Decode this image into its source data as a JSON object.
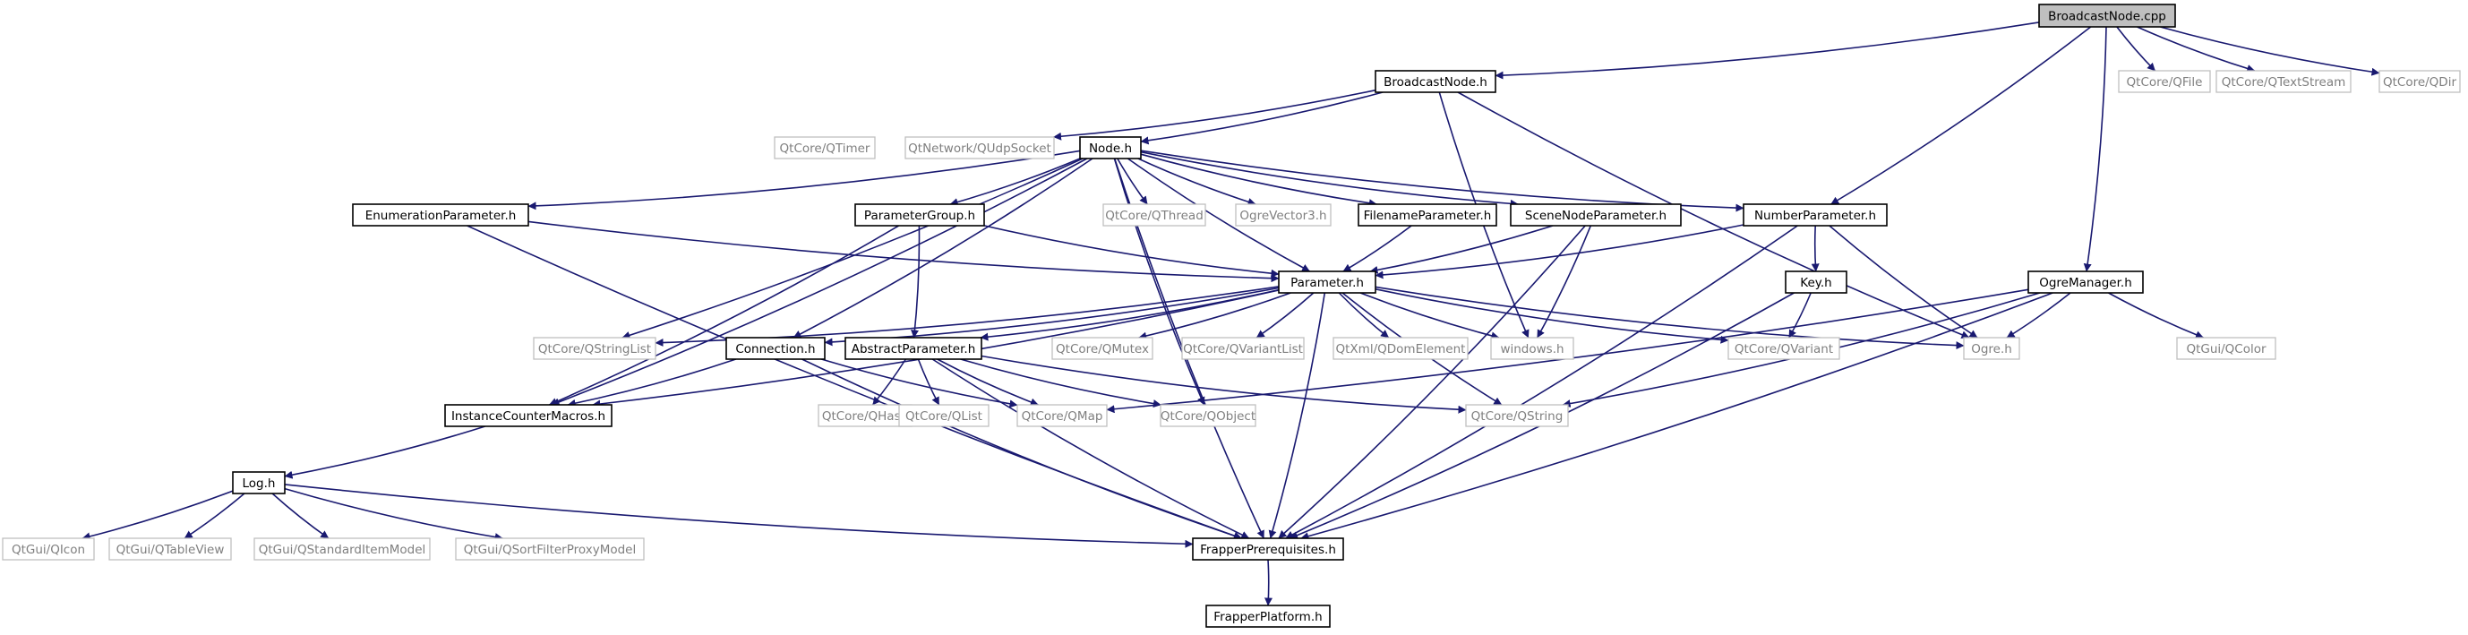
{
  "graph": {
    "edge_color": "#191970",
    "local_border_color": "#000000",
    "external_border_color": "#bfbfbf",
    "external_text_color": "#7f7f7f",
    "root_fill_color": "#bfbfbf",
    "nodes": [
      {
        "id": "n_broadcastnode_cpp",
        "label": "BroadcastNode.cpp",
        "kind": "root"
      },
      {
        "id": "n_broadcastnode_h",
        "label": "BroadcastNode.h",
        "kind": "local"
      },
      {
        "id": "n_qfile",
        "label": "QtCore/QFile",
        "kind": "external"
      },
      {
        "id": "n_qtextstream",
        "label": "QtCore/QTextStream",
        "kind": "external"
      },
      {
        "id": "n_qdir",
        "label": "QtCore/QDir",
        "kind": "external"
      },
      {
        "id": "n_qtimer",
        "label": "QtCore/QTimer",
        "kind": "external"
      },
      {
        "id": "n_qudpsocket",
        "label": "QtNetwork/QUdpSocket",
        "kind": "external"
      },
      {
        "id": "n_node_h",
        "label": "Node.h",
        "kind": "local"
      },
      {
        "id": "n_enumparam",
        "label": "EnumerationParameter.h",
        "kind": "local"
      },
      {
        "id": "n_paramgroup",
        "label": "ParameterGroup.h",
        "kind": "local"
      },
      {
        "id": "n_qthread",
        "label": "QtCore/QThread",
        "kind": "external"
      },
      {
        "id": "n_ogrevector3",
        "label": "OgreVector3.h",
        "kind": "external"
      },
      {
        "id": "n_filenameparam",
        "label": "FilenameParameter.h",
        "kind": "local"
      },
      {
        "id": "n_scenenodeparam",
        "label": "SceneNodeParameter.h",
        "kind": "local"
      },
      {
        "id": "n_numberparam",
        "label": "NumberParameter.h",
        "kind": "local"
      },
      {
        "id": "n_parameter_h",
        "label": "Parameter.h",
        "kind": "local"
      },
      {
        "id": "n_key_h",
        "label": "Key.h",
        "kind": "local"
      },
      {
        "id": "n_ogremanager",
        "label": "OgreManager.h",
        "kind": "local"
      },
      {
        "id": "n_qstringlist",
        "label": "QtCore/QStringList",
        "kind": "external"
      },
      {
        "id": "n_connection_h",
        "label": "Connection.h",
        "kind": "local"
      },
      {
        "id": "n_abstractparam",
        "label": "AbstractParameter.h",
        "kind": "local"
      },
      {
        "id": "n_qmutex",
        "label": "QtCore/QMutex",
        "kind": "external"
      },
      {
        "id": "n_qvariantlist",
        "label": "QtCore/QVariantList",
        "kind": "external"
      },
      {
        "id": "n_qdomelement",
        "label": "QtXml/QDomElement",
        "kind": "external"
      },
      {
        "id": "n_windows_h",
        "label": "windows.h",
        "kind": "external"
      },
      {
        "id": "n_qvariant",
        "label": "QtCore/QVariant",
        "kind": "external"
      },
      {
        "id": "n_ogre_h",
        "label": "Ogre.h",
        "kind": "external"
      },
      {
        "id": "n_qcolor",
        "label": "QtGui/QColor",
        "kind": "external"
      },
      {
        "id": "n_instcounter",
        "label": "InstanceCounterMacros.h",
        "kind": "local"
      },
      {
        "id": "n_qhash",
        "label": "QtCore/QHash",
        "kind": "external"
      },
      {
        "id": "n_qlist",
        "label": "QtCore/QList",
        "kind": "external"
      },
      {
        "id": "n_qmap",
        "label": "QtCore/QMap",
        "kind": "external"
      },
      {
        "id": "n_qobject",
        "label": "QtCore/QObject",
        "kind": "external"
      },
      {
        "id": "n_qstring",
        "label": "QtCore/QString",
        "kind": "external"
      },
      {
        "id": "n_log_h",
        "label": "Log.h",
        "kind": "local"
      },
      {
        "id": "n_qicon",
        "label": "QtGui/QIcon",
        "kind": "external"
      },
      {
        "id": "n_qtableview",
        "label": "QtGui/QTableView",
        "kind": "external"
      },
      {
        "id": "n_qstditemmodel",
        "label": "QtGui/QStandardItemModel",
        "kind": "external"
      },
      {
        "id": "n_qsortfilter",
        "label": "QtGui/QSortFilterProxyModel",
        "kind": "external"
      },
      {
        "id": "n_frapperprereq",
        "label": "FrapperPrerequisites.h",
        "kind": "local"
      },
      {
        "id": "n_frapperplatform",
        "label": "FrapperPlatform.h",
        "kind": "local"
      }
    ],
    "edges": [
      [
        "n_broadcastnode_cpp",
        "n_broadcastnode_h"
      ],
      [
        "n_broadcastnode_cpp",
        "n_qfile"
      ],
      [
        "n_broadcastnode_cpp",
        "n_qtextstream"
      ],
      [
        "n_broadcastnode_cpp",
        "n_qdir"
      ],
      [
        "n_broadcastnode_cpp",
        "n_numberparam"
      ],
      [
        "n_broadcastnode_cpp",
        "n_ogremanager"
      ],
      [
        "n_broadcastnode_h",
        "n_node_h"
      ],
      [
        "n_broadcastnode_h",
        "n_qudpsocket"
      ],
      [
        "n_broadcastnode_h",
        "n_windows_h"
      ],
      [
        "n_broadcastnode_h",
        "n_ogre_h"
      ],
      [
        "n_node_h",
        "n_qthread"
      ],
      [
        "n_node_h",
        "n_ogrevector3"
      ],
      [
        "n_node_h",
        "n_enumparam"
      ],
      [
        "n_node_h",
        "n_paramgroup"
      ],
      [
        "n_node_h",
        "n_filenameparam"
      ],
      [
        "n_node_h",
        "n_scenenodeparam"
      ],
      [
        "n_node_h",
        "n_numberparam"
      ],
      [
        "n_node_h",
        "n_parameter_h"
      ],
      [
        "n_node_h",
        "n_connection_h"
      ],
      [
        "n_node_h",
        "n_instcounter"
      ],
      [
        "n_node_h",
        "n_qstringlist"
      ],
      [
        "n_node_h",
        "n_qobject"
      ],
      [
        "n_node_h",
        "n_frapperprereq"
      ],
      [
        "n_enumparam",
        "n_parameter_h"
      ],
      [
        "n_enumparam",
        "n_frapperprereq"
      ],
      [
        "n_paramgroup",
        "n_parameter_h"
      ],
      [
        "n_paramgroup",
        "n_abstractparam"
      ],
      [
        "n_paramgroup",
        "n_instcounter"
      ],
      [
        "n_filenameparam",
        "n_parameter_h"
      ],
      [
        "n_scenenodeparam",
        "n_parameter_h"
      ],
      [
        "n_scenenodeparam",
        "n_windows_h"
      ],
      [
        "n_scenenodeparam",
        "n_frapperprereq"
      ],
      [
        "n_numberparam",
        "n_parameter_h"
      ],
      [
        "n_numberparam",
        "n_key_h"
      ],
      [
        "n_numberparam",
        "n_frapperprereq"
      ],
      [
        "n_numberparam",
        "n_ogre_h"
      ],
      [
        "n_parameter_h",
        "n_qstringlist"
      ],
      [
        "n_parameter_h",
        "n_connection_h"
      ],
      [
        "n_parameter_h",
        "n_abstractparam"
      ],
      [
        "n_parameter_h",
        "n_qmutex"
      ],
      [
        "n_parameter_h",
        "n_qvariantlist"
      ],
      [
        "n_parameter_h",
        "n_qdomelement"
      ],
      [
        "n_parameter_h",
        "n_windows_h"
      ],
      [
        "n_parameter_h",
        "n_qvariant"
      ],
      [
        "n_parameter_h",
        "n_ogre_h"
      ],
      [
        "n_parameter_h",
        "n_qstring"
      ],
      [
        "n_parameter_h",
        "n_instcounter"
      ],
      [
        "n_parameter_h",
        "n_frapperprereq"
      ],
      [
        "n_key_h",
        "n_qvariant"
      ],
      [
        "n_key_h",
        "n_frapperprereq"
      ],
      [
        "n_ogremanager",
        "n_ogre_h"
      ],
      [
        "n_ogremanager",
        "n_qcolor"
      ],
      [
        "n_ogremanager",
        "n_qstring"
      ],
      [
        "n_ogremanager",
        "n_qmap"
      ],
      [
        "n_ogremanager",
        "n_frapperprereq"
      ],
      [
        "n_connection_h",
        "n_instcounter"
      ],
      [
        "n_connection_h",
        "n_qmap"
      ],
      [
        "n_connection_h",
        "n_frapperprereq"
      ],
      [
        "n_abstractparam",
        "n_qhash"
      ],
      [
        "n_abstractparam",
        "n_qlist"
      ],
      [
        "n_abstractparam",
        "n_qmap"
      ],
      [
        "n_abstractparam",
        "n_qobject"
      ],
      [
        "n_abstractparam",
        "n_qstring"
      ],
      [
        "n_abstractparam",
        "n_frapperprereq"
      ],
      [
        "n_instcounter",
        "n_log_h"
      ],
      [
        "n_log_h",
        "n_qicon"
      ],
      [
        "n_log_h",
        "n_qtableview"
      ],
      [
        "n_log_h",
        "n_qstditemmodel"
      ],
      [
        "n_log_h",
        "n_qsortfilter"
      ],
      [
        "n_log_h",
        "n_frapperprereq"
      ],
      [
        "n_frapperprereq",
        "n_frapperplatform"
      ]
    ]
  }
}
